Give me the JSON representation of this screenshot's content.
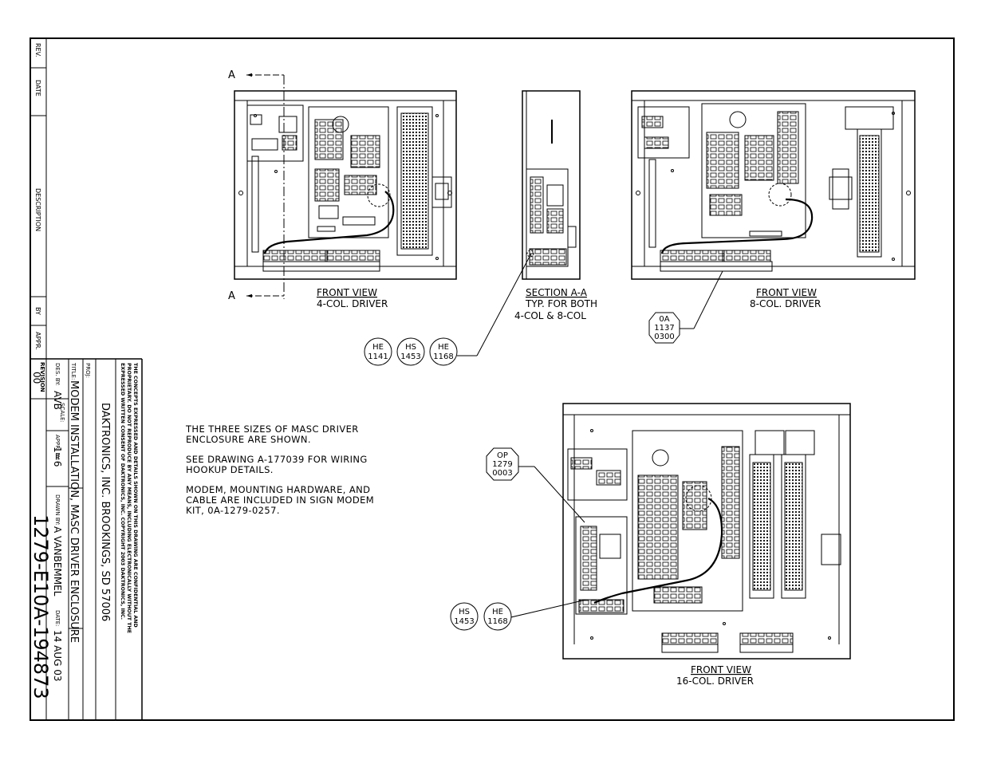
{
  "revision_column": {
    "headers": [
      "REV.",
      "DATE",
      "DESCRIPTION",
      "BY",
      "APPR."
    ]
  },
  "title_block": {
    "confidentiality": [
      "THE CONCEPTS EXPRESSED AND DETAILS SHOWN ON THIS DRAWING ARE CONFIDENTIAL AND",
      "PROPRIETARY. DO NOT REPRODUCE BY ANY MEANS, INCLUDING ELECTRONICALLY WITHOUT THE",
      "EXPRESSED WRITTEN CONSENT OF DAKTRONICS, INC.          COPYRIGHT 2003 DAKTRONICS, INC."
    ],
    "company": "DAKTRONICS, INC.   BROOKINGS, SD 57006",
    "proj_label": "PROJ:",
    "title_label": "TITLE:",
    "title": "MODEM INSTALLATION, MASC DRIVER ENCLOSURE",
    "des_by_label": "DES. BY:",
    "des_by": "AVB",
    "drawn_by_label": "DRAWN BY:",
    "drawn_by": "A VANBEMMEL",
    "date_label": "DATE:",
    "date": "14 AUG 03",
    "revision_label": "REVISION",
    "revision": "00",
    "appr_by_label": "APPR. BY:",
    "scale_label": "SCALE:",
    "scale": "1=6",
    "drawing_number": "1279-E10A-194873"
  },
  "views": {
    "four_col": {
      "title": "FRONT VIEW",
      "subtitle": "4-COL. DRIVER"
    },
    "section": {
      "title": "SECTION A-A",
      "line2": "TYP. FOR BOTH",
      "line3": "4-COL & 8-COL"
    },
    "eight_col": {
      "title": "FRONT VIEW",
      "subtitle": "8-COL. DRIVER"
    },
    "sixteen_col": {
      "title": "FRONT VIEW",
      "subtitle": "16-COL. DRIVER"
    }
  },
  "section_marks": {
    "top": "A",
    "bottom": "A"
  },
  "callouts": {
    "he1141": [
      "HE",
      "1141"
    ],
    "hs1453": [
      "HS",
      "1453"
    ],
    "he1168": [
      "HE",
      "1168"
    ],
    "oa": [
      "0A",
      "1137",
      "0300"
    ],
    "op": [
      "OP",
      "1279",
      "0003"
    ],
    "hs1453b": [
      "HS",
      "1453"
    ],
    "he1168b": [
      "HE",
      "1168"
    ]
  },
  "notes": [
    "THE THREE SIZES OF MASC DRIVER\nENCLOSURE ARE SHOWN.",
    "SEE DRAWING A-177039 FOR WIRING\nHOOKUP DETAILS.",
    "MODEM, MOUNTING HARDWARE, AND\nCABLE ARE INCLUDED IN SIGN MODEM\nKIT, 0A-1279-0257."
  ]
}
